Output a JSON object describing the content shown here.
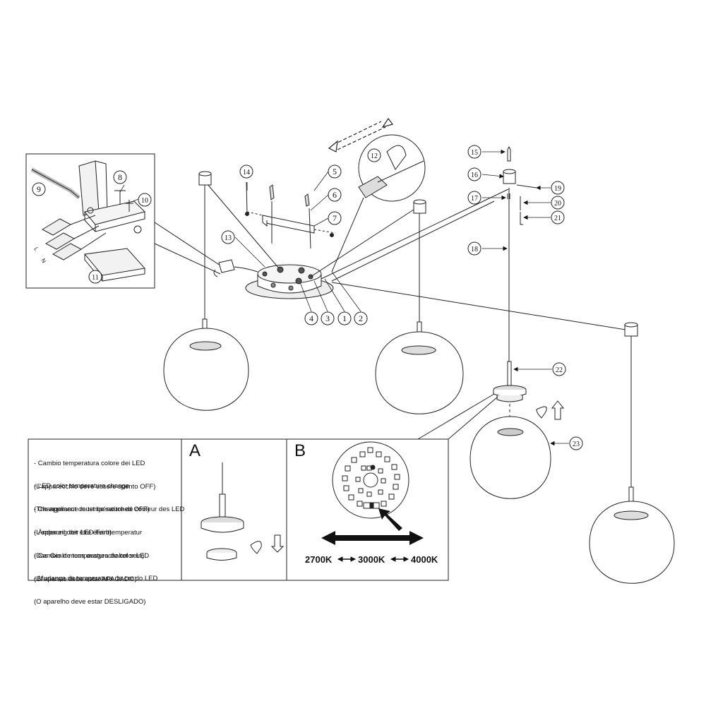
{
  "part_numbers": [
    "1",
    "2",
    "3",
    "4",
    "5",
    "6",
    "7",
    "8",
    "9",
    "10",
    "11",
    "12",
    "13",
    "14",
    "15",
    "16",
    "17",
    "18",
    "19",
    "20",
    "21",
    "22",
    "23"
  ],
  "instructions": [
    {
      "line1": "- Cambio temperatura colore dei LED",
      "line2": "(L'apparecchio deve essere spento OFF)"
    },
    {
      "line1": "- LED color temperature change",
      "line2": "(The appliance must be switched OFF)"
    },
    {
      "line1": "- Changement de température de couleur des LED",
      "line2": "(L'appareil doit être éteint)"
    },
    {
      "line1": "- Änderung der LED-Farbtemperatur",
      "line2": "(Das Gerät muss ausgeschaltet sein)"
    },
    {
      "line1": "- Cambio de temperatura de color LED",
      "line2": "(El aparato debe estar APAGADO)"
    },
    {
      "line1": "- Mudança de temperatura de cor do LED",
      "line2": "(O aparelho deve estar DESLIGADO)"
    }
  ],
  "panels": {
    "a": "A",
    "b": "B"
  },
  "temperatures": [
    "2700K",
    "3000K",
    "4000K"
  ],
  "terminal_labels": [
    "L",
    "N"
  ],
  "colors": {
    "line": "#222222",
    "fill": "#ffffff",
    "shade": "#d8d8d8"
  }
}
